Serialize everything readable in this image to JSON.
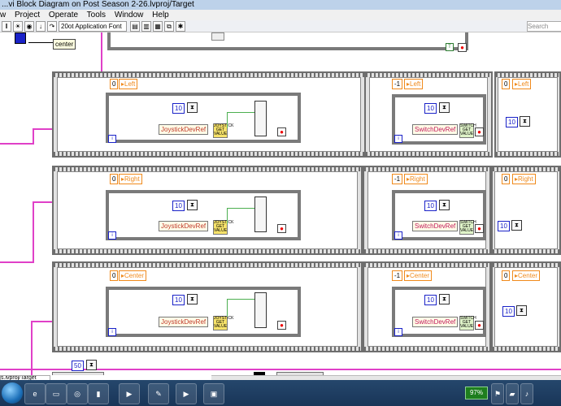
{
  "window": {
    "title": "...vi Block Diagram on Post Season 2-26.lvproj/Target"
  },
  "menu": [
    "w",
    "Project",
    "Operate",
    "Tools",
    "Window",
    "Help"
  ],
  "toolbar": {
    "font": "20ot Application Font",
    "search_placeholder": "Search"
  },
  "label_center": "center",
  "rows": [
    {
      "joystick": {
        "case": "0",
        "selector": "Left",
        "ms": "10",
        "ref": "JoystickDevRef",
        "getval": "JOYSTICK GET VALUE"
      },
      "switch": {
        "case": "-1",
        "selector": "Left",
        "ms": "10",
        "ref": "SwitchDevRef",
        "getval": "SWITCH GET VALUE"
      },
      "third": {
        "case": "0",
        "selector": "Left",
        "ms": "10"
      }
    },
    {
      "joystick": {
        "case": "0",
        "selector": "Right",
        "ms": "10",
        "ref": "JoystickDevRef",
        "getval": "JOYSTICK GET VALUE"
      },
      "switch": {
        "case": "-1",
        "selector": "Right",
        "ms": "10",
        "ref": "SwitchDevRef",
        "getval": "SWITCH GET VALUE"
      },
      "third": {
        "case": "0",
        "selector": "Right",
        "ms": "10"
      }
    },
    {
      "joystick": {
        "case": "0",
        "selector": "Center",
        "ms": "10",
        "ref": "JoystickDevRef",
        "getval": "JOYSTICK GET VALUE"
      },
      "switch": {
        "case": "-1",
        "selector": "Center",
        "ms": "10",
        "ref": "SwitchDevRef",
        "getval": "SWITCH GET VALUE"
      },
      "third": {
        "case": "0",
        "selector": "Center",
        "ms": "10"
      }
    }
  ],
  "bottom": {
    "ms": "50",
    "taskbar_label": "s.lvproj/Target"
  },
  "tray": {
    "battery": "97%"
  },
  "colors": {
    "wire_refnum": "#e040c8",
    "wire_data": "#4caf50",
    "enum": "#f08a1c",
    "numeric": "#1a22c8"
  }
}
